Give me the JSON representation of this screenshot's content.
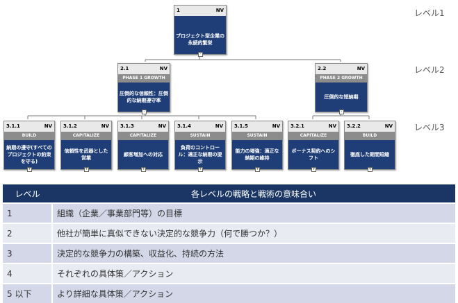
{
  "level_labels": [
    "レベル1",
    "レベル2",
    "レベル3"
  ],
  "nodes": {
    "n1": {
      "id": "1",
      "nv": "NV",
      "category": "",
      "text": "プロジェクト型企業の永続的繁栄"
    },
    "n21": {
      "id": "2.1",
      "nv": "NV",
      "category": "PHASE 1 GROWTH",
      "text": "圧倒的な信頼性：圧倒的な納期遵守率"
    },
    "n22": {
      "id": "2.2",
      "nv": "NV",
      "category": "PHASE 2 GROWTH",
      "text": "圧倒的な短納期"
    },
    "n311": {
      "id": "3.1.1",
      "nv": "NV",
      "category": "BUILD",
      "text": "納期の遵守(すべてのプロジェクトの約束を守る)"
    },
    "n312": {
      "id": "3.1.2",
      "nv": "NV",
      "category": "CAPITALIZE",
      "text": "信頼性を武器とした営業"
    },
    "n313": {
      "id": "3.1.3",
      "nv": "NV",
      "category": "CAPITALIZE",
      "text": "顧客増加への対応"
    },
    "n314": {
      "id": "3.1.4",
      "nv": "NV",
      "category": "SUSTAIN",
      "text": "負荷のコントロール：適正な納期の提示"
    },
    "n315": {
      "id": "3.1.5",
      "nv": "NV",
      "category": "SUSTAIN",
      "text": "能力の増強：適正な納期の維持"
    },
    "n321": {
      "id": "3.2.1",
      "nv": "NV",
      "category": "CAPITALIZE",
      "text": "ボーナス契約へのシフト"
    },
    "n322": {
      "id": "3.2.2",
      "nv": "NV",
      "category": "BUILD",
      "text": "徹底した期間短縮"
    }
  },
  "table": {
    "header": [
      "レベル",
      "各レベルの戦略と戦術の意味合い"
    ],
    "rows": [
      {
        "level": "1",
        "desc": "組織（企業／事業部門等）の目標"
      },
      {
        "level": "2",
        "desc": "他社が簡単に真似できない決定的な競争力（何で勝つか？）"
      },
      {
        "level": "3",
        "desc": "決定的な競争力の構築、収益化、持続の方法"
      },
      {
        "level": "4",
        "desc": "それぞれの具体策／アクション"
      },
      {
        "level": "5 以下",
        "desc": "より詳細な具体策／アクション"
      }
    ]
  },
  "colors": {
    "node_fill": "#1f3e78",
    "header_fill": "#e9e9e9",
    "category_fill": "#8c8c8c",
    "table_header": "#1b3664",
    "row_odd": "#d3d7e8",
    "row_even": "#e9ebf3"
  }
}
